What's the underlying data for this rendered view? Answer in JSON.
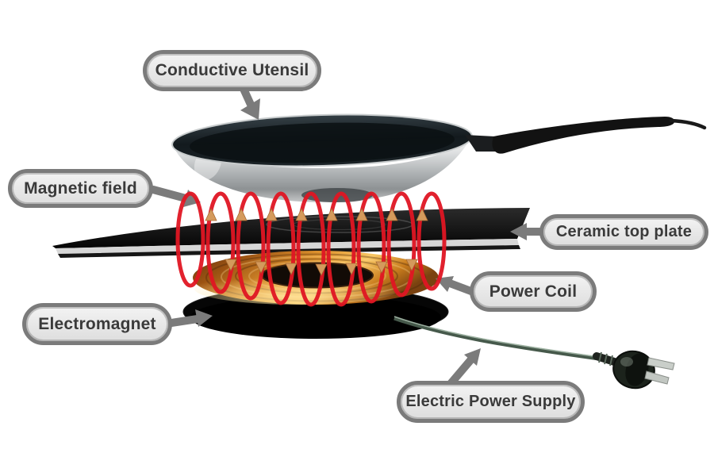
{
  "labels": {
    "conductive_utensil": {
      "text": "Conductive Utensil"
    },
    "magnetic_field": {
      "text": "Magnetic field"
    },
    "ceramic_top_plate": {
      "text": "Ceramic top plate"
    },
    "power_coil": {
      "text": "Power Coil"
    },
    "electromagnet": {
      "text": "Electromagnet"
    },
    "electric_power_supply": {
      "text": "Electric Power Supply"
    }
  },
  "colors": {
    "background": "#ffffff",
    "label_border": "#7b7b7b",
    "label_fill": "#e9e9e9",
    "label_text": "#3a3a3a",
    "pointer_arrow": "#7b7b7b",
    "magnetic_field_line": "#e01623",
    "field_direction_arrowhead": "#d49a5c",
    "copper_coil": "#c87a1e",
    "ceramic_plate": "#111111",
    "plate_edge_silver": "#d7d7d7",
    "electromagnet": "#060606",
    "power_cord": "#46594b"
  }
}
